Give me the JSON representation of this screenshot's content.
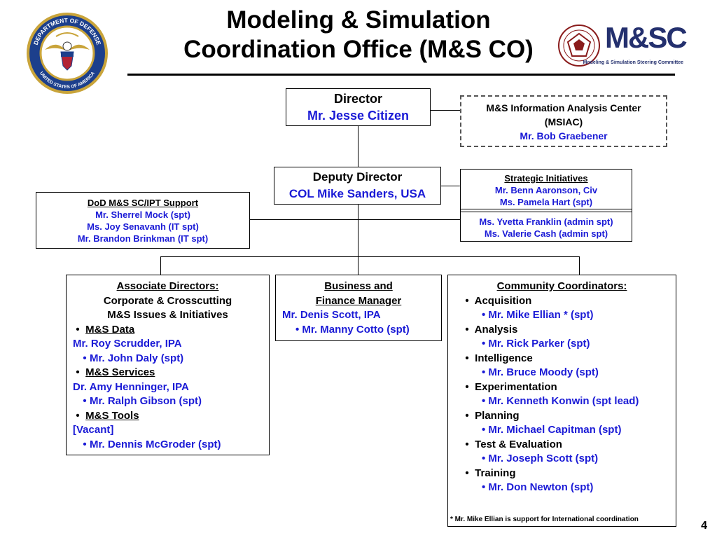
{
  "title": {
    "line1": "Modeling & Simulation",
    "line2": "Coordination Office (M&S CO)"
  },
  "logos": {
    "dod_seal": {
      "text_top": "DEPARTMENT OF DEFENSE",
      "text_bottom": "UNITED STATES OF AMERICA"
    },
    "mssc": {
      "wordmark": "M&SC",
      "caption": "Modeling & Simulation Steering Committee"
    }
  },
  "director": {
    "title": "Director",
    "name": "Mr. Jesse Citizen"
  },
  "msiac": {
    "line1": "M&S Information Analysis Center",
    "line2": "(MSIAC)",
    "name": "Mr. Bob Graebener"
  },
  "deputy": {
    "title": "Deputy Director",
    "name": "COL Mike Sanders, USA"
  },
  "strategic": {
    "heading": "Strategic Initiatives",
    "people": [
      "Mr. Benn Aaronson, Civ",
      "Ms. Pamela Hart (spt)"
    ],
    "admin": [
      "Ms. Yvetta Franklin (admin spt)",
      "Ms. Valerie Cash (admin spt)"
    ]
  },
  "sc_ipt": {
    "heading": "DoD M&S SC/IPT Support",
    "people": [
      "Mr. Sherrel Mock (spt)",
      "Ms. Joy Senavanh (IT spt)",
      "Mr. Brandon Brinkman (IT spt)"
    ]
  },
  "associate": {
    "heading": "Associate Directors:",
    "sub1": "Corporate & Crosscutting",
    "sub2": "M&S Issues & Initiatives",
    "groups": [
      {
        "label": "M&S Data",
        "lead": "Mr. Roy Scrudder, IPA",
        "support": "Mr. John Daly (spt)"
      },
      {
        "label": "M&S Services",
        "lead": "Dr. Amy Henninger, IPA",
        "support": "Mr. Ralph Gibson (spt)"
      },
      {
        "label": "M&S Tools",
        "lead": "[Vacant]",
        "support": "Mr. Dennis McGroder (spt)"
      }
    ]
  },
  "business": {
    "heading1": "Business and",
    "heading2": "Finance Manager",
    "lead": "Mr. Denis Scott, IPA",
    "support": "• Mr. Manny Cotto (spt)"
  },
  "community": {
    "heading": "Community Coordinators:",
    "items": [
      {
        "area": "Acquisition",
        "person": "• Mr. Mike Ellian * (spt)"
      },
      {
        "area": "Analysis",
        "person": "• Mr. Rick Parker (spt)"
      },
      {
        "area": "Intelligence",
        "person": "• Mr. Bruce Moody (spt)"
      },
      {
        "area": "Experimentation",
        "person": "• Mr. Kenneth Konwin (spt lead)"
      },
      {
        "area": "Planning",
        "person": "• Mr. Michael Capitman (spt)"
      },
      {
        "area": "Test & Evaluation",
        "person": "• Mr. Joseph Scott (spt)"
      },
      {
        "area": "Training",
        "person": "• Mr. Don Newton (spt)"
      }
    ],
    "footnote": "*  Mr. Mike Ellian is support for International coordination"
  },
  "page_number": "4"
}
